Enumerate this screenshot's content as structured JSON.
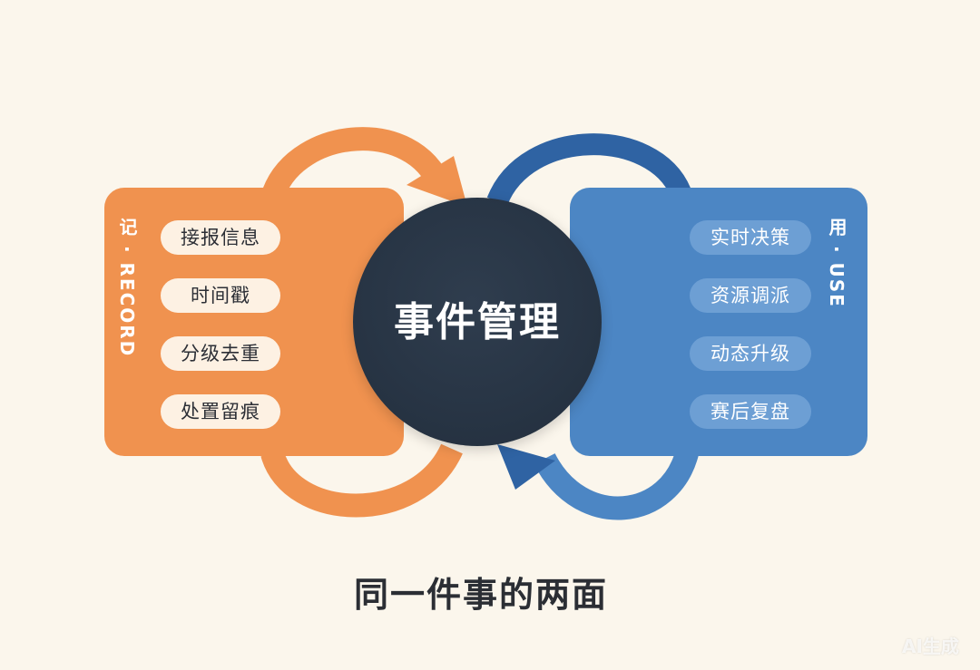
{
  "center": {
    "title": "事件管理"
  },
  "left_panel": {
    "label": "记 · RECORD",
    "items": [
      "接报信息",
      "时间戳",
      "分级去重",
      "处置留痕"
    ]
  },
  "right_panel": {
    "label": "用 · USE",
    "items": [
      "实时决策",
      "资源调派",
      "动态升级",
      "赛后复盘"
    ]
  },
  "caption": "同一件事的两面",
  "watermark": "AI生成",
  "colors": {
    "left_accent": "#f0924f",
    "right_accent": "#4c86c4",
    "center": "#283545",
    "background": "#fbf6ec"
  },
  "icons": [
    "cycle-arrow-icon-orange",
    "cycle-arrow-icon-blue"
  ]
}
